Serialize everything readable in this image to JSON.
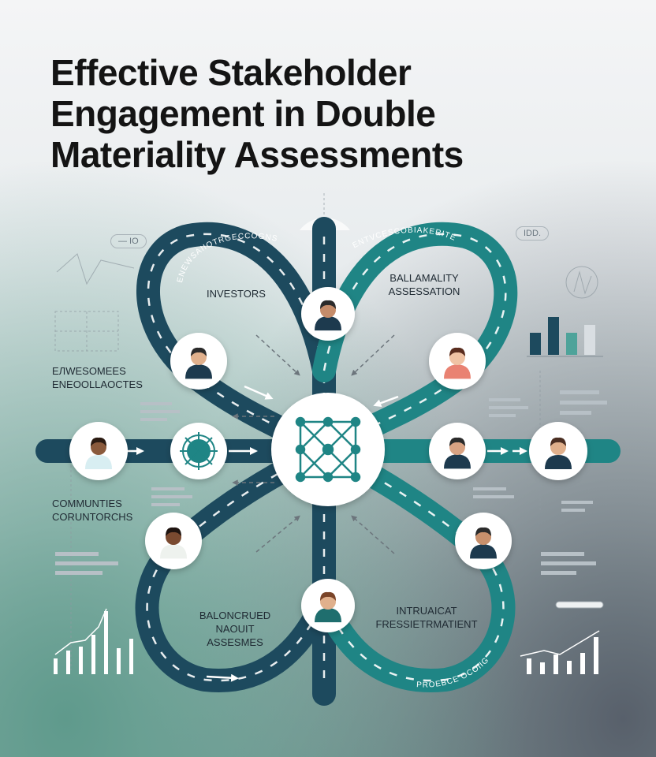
{
  "title_lines": [
    "Effective Stakeholder",
    "Engagement in Double",
    "Materiality Assessments"
  ],
  "labels": {
    "investors": "INVESTORS",
    "materiality_line1": "BALLAMALITY",
    "materiality_line2": "ASSESSATION",
    "employees_line1": "EЛWESOMEES",
    "employees_line2": "ENEOOLLAOCTES",
    "communities_line1": "COMMUNTIES",
    "communities_line2": "CORUNTORCHS",
    "balanced_line1": "BALONCRUED",
    "balanced_line2": "NAOUIT",
    "balanced_line3": "ASSESMES",
    "intrinsic_line1": "INTRUAICAT",
    "intrinsic_line2": "FRESSIETRMATIENT"
  },
  "road_text": {
    "top_left": "ENEWSAIIOTRGECCOGNS",
    "top_right": "ENTVCESCOBIAKERITE",
    "bottom_right": "PROEBCE OCOIIG"
  },
  "tags": {
    "top_left": "— IO",
    "top_right": "IDD."
  },
  "colors": {
    "road_dark": "#1d4a5e",
    "road_teal": "#1f8585",
    "hub_icon": "#1f8585",
    "title": "#141414"
  },
  "icons": {
    "hub": "network-icon",
    "left_node": "wheel-icon"
  }
}
